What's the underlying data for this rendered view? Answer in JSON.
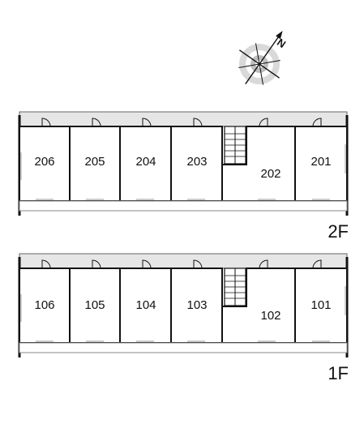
{
  "compass": {
    "north_letter": "N",
    "icon": "compass-rose-icon"
  },
  "floors": [
    {
      "id": "2f",
      "label": "2F",
      "units": [
        "206",
        "205",
        "204",
        "203",
        "202",
        "201"
      ]
    },
    {
      "id": "1f",
      "label": "1F",
      "units": [
        "106",
        "105",
        "104",
        "103",
        "102",
        "101"
      ]
    }
  ]
}
